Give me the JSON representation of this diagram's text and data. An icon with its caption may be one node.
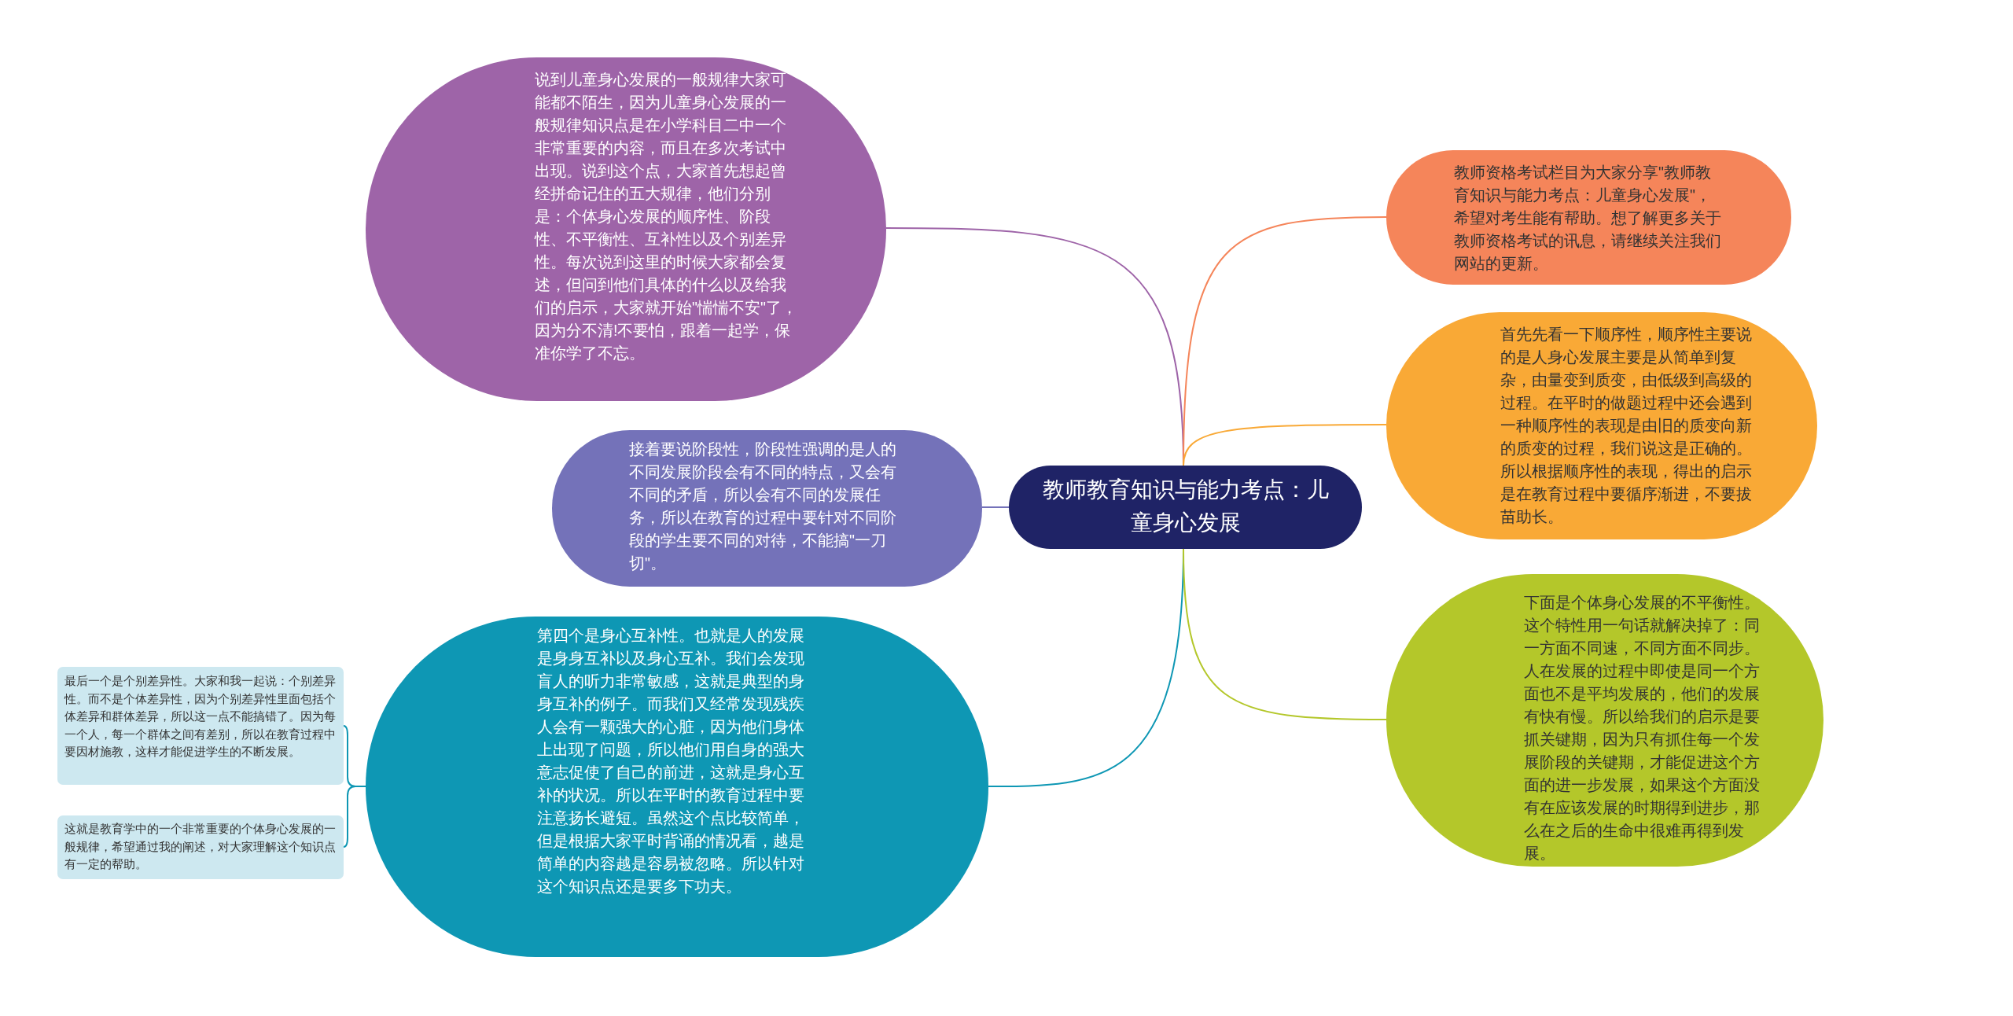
{
  "diagram": {
    "nodes": [
      {
        "text": [
          "教师教育知识与能力考点：儿童身心发展"
        ]
      },
      {
        "text": [
          "说到儿童身心发展的一般规律大家可能都不陌生，因为儿童身心发展的一般规律知识点是在小学科目二中一个非常重要的内容，而且在多次考试中出现。说到这个点，大家首先想起曾经拼命记住的五大规律，他们分别是：个体身心发展的顺序性、阶段性、不平衡性、互补性以及个别差异性。每次说到这里的时候大家都会复述，但问到他们具体的什么以及给我们的启示，大家就开始\"惴惴不安\"了，因为分不清!不要怕，跟着一起学，保准你学了不忘。"
        ]
      },
      {
        "text": [
          "接着要说阶段性，阶段性强调的是人的不同发展阶段会有不同的特点，又会有不同的矛盾，所以会有不同的发展任务，所以在教育的过程中要针对不同阶段的学生要不同的对待，不能搞\"一刀切\"。"
        ]
      },
      {
        "text": [
          "第四个是身心互补性。也就是人的发展是身身互补以及身心互补。我们会发现盲人的听力非常敏感，这就是典型的身身互补的例子。而我们又经常发现残疾人会有一颗强大的心脏，因为他们身体上出现了问题，所以他们用自身的强大意志促使了自己的前进，这就是身心互补的状况。所以在平时的教育过程中要注意扬长避短。虽然这个点比较简单，但是根据大家平时背诵的情况看，越是简单的内容越是容易被忽略。所以针对这个知识点还是要多下功夫。"
        ]
      },
      {
        "text": [
          "最后一个是个别差异性。大家和我一起说：个别差异性。而不是个体差异性，因为个别差异性里面包括个体差异和群体差异，所以这一点不能搞错了。因为每一个人，每一个群体之间有差别，所以在教育过程中要因材施教，这样才能促进学生的不断发展。"
        ]
      },
      {
        "text": [
          "这就是教育学中的一个非常重要的个体身心发展的一般规律，希望通过我的阐述，对大家理解这个知识点有一定的帮助。"
        ]
      },
      {
        "text": [
          "教师资格考试栏目为大家分享\"教师教育知识与能力考点：儿童身心发展\"，希望对考生能有帮助。想了解更多关于教师资格考试的讯息，请继续关注我们网站的更新。"
        ]
      },
      {
        "text": [
          "首先先看一下顺序性，顺序性主要说的是人身心发展主要是从简单到复杂，由量变到质变，由低级到高级的过程。在平时的做题过程中还会遇到一种顺序性的表现是由旧的质变向新的质变的过程，我们说这是正确的。所以根据顺序性的表现，得出的启示是在教育过程中要循序渐进，不要拔苗助长。"
        ]
      },
      {
        "text": [
          "下面是个体身心发展的不平衡性。这个特性用一句话就解决掉了：同一方面不同速，不同方面不同步。人在发展的过程中即使是同一个方面也不是平均发展的，他们的发展有快有慢。所以给我们的启示是要抓关键期，因为只有抓住每一个发展阶段的关键期，才能促进这个方面的进一步发展，如果这个方面没有在应该发展的时期得到进步，那么在之后的生命中很难再得到发展。"
        ]
      }
    ],
    "edges": [
      {
        "from": 0,
        "to": 1,
        "arrow": "none",
        "color": "#9e64a8"
      },
      {
        "from": 0,
        "to": 2,
        "arrow": "none",
        "color": "#7472b9"
      },
      {
        "from": 0,
        "to": 3,
        "arrow": "none",
        "color": "#0e97b4"
      },
      {
        "from": 3,
        "to": 4,
        "arrow": "none",
        "color": "#0e97b4"
      },
      {
        "from": 3,
        "to": 5,
        "arrow": "none",
        "color": "#0e97b4"
      },
      {
        "from": 0,
        "to": 6,
        "arrow": "none",
        "color": "#f5855a"
      },
      {
        "from": 0,
        "to": 7,
        "arrow": "none",
        "color": "#f9a936"
      },
      {
        "from": 0,
        "to": 8,
        "arrow": "none",
        "color": "#b4c72a"
      }
    ]
  }
}
